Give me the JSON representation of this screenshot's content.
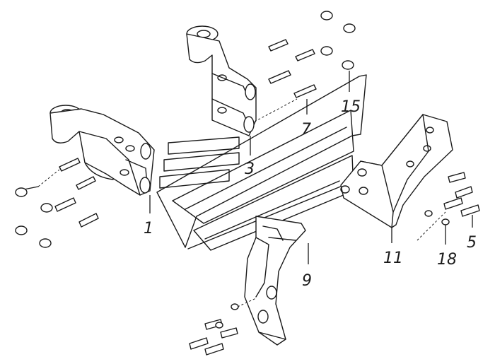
{
  "callouts": [
    {
      "id": "c1",
      "label": "1"
    },
    {
      "id": "c3",
      "label": "3"
    },
    {
      "id": "c5",
      "label": "5"
    },
    {
      "id": "c7",
      "label": "7"
    },
    {
      "id": "c9",
      "label": "9"
    },
    {
      "id": "c11",
      "label": "11"
    },
    {
      "id": "c15",
      "label": "15"
    },
    {
      "id": "c18",
      "label": "18"
    }
  ],
  "colors": {
    "ink": "#1a1a1a",
    "background": "#ffffff"
  }
}
